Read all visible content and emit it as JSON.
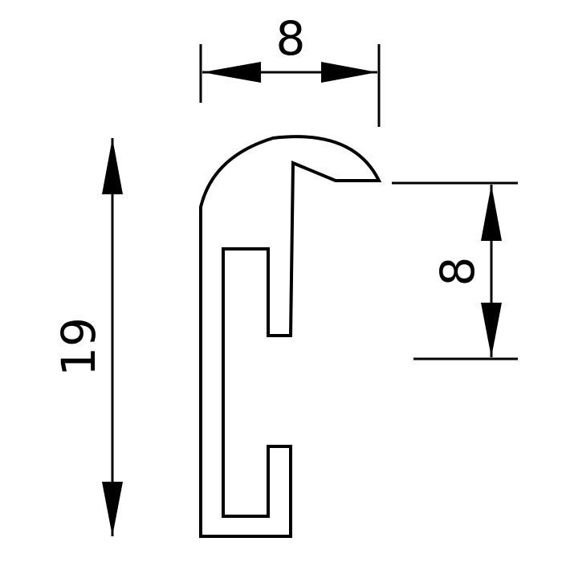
{
  "drawing": {
    "line_color": "#000000",
    "background": "#ffffff",
    "dimensions": {
      "top_width": "8",
      "total_height": "19",
      "lip_depth": "8"
    }
  }
}
